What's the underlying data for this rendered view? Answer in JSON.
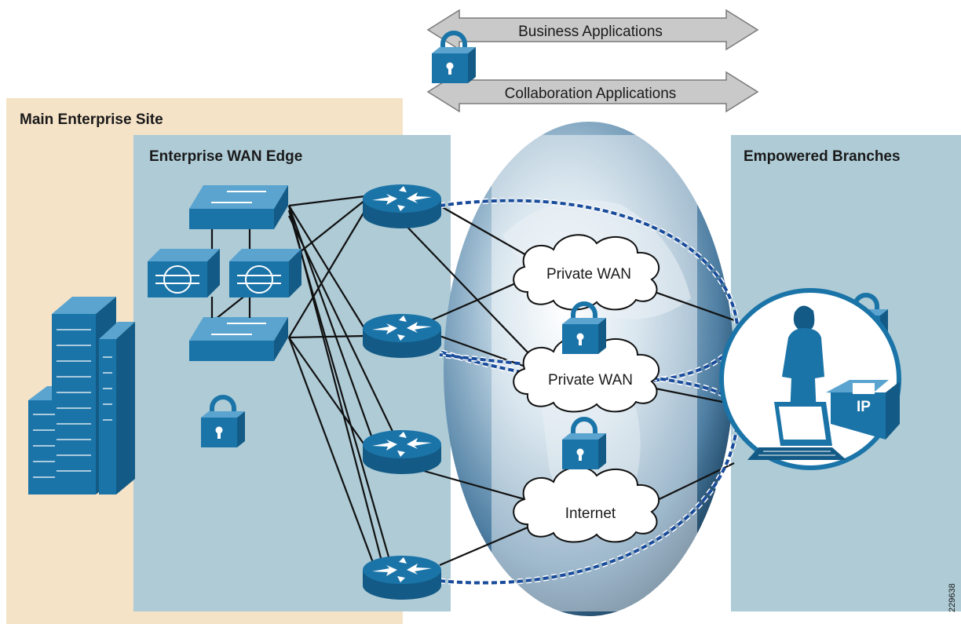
{
  "arrows": {
    "business": "Business Applications",
    "collaboration": "Collaboration Applications"
  },
  "regions": {
    "main_site": "Main Enterprise Site",
    "wan_edge": "Enterprise WAN Edge",
    "branches": "Empowered Branches"
  },
  "clouds": {
    "private_wan_1": "Private WAN",
    "private_wan_2": "Private WAN",
    "internet": "Internet"
  },
  "phone_label": "IP",
  "figure_id": "229638",
  "colors": {
    "main_site_bg": "#f5e3c8",
    "edge_bg": "#aecbd6",
    "device_blue": "#1b74a8",
    "arrow_fill": "#c9c9c9",
    "tunnel_blue": "#1a4c9c"
  }
}
